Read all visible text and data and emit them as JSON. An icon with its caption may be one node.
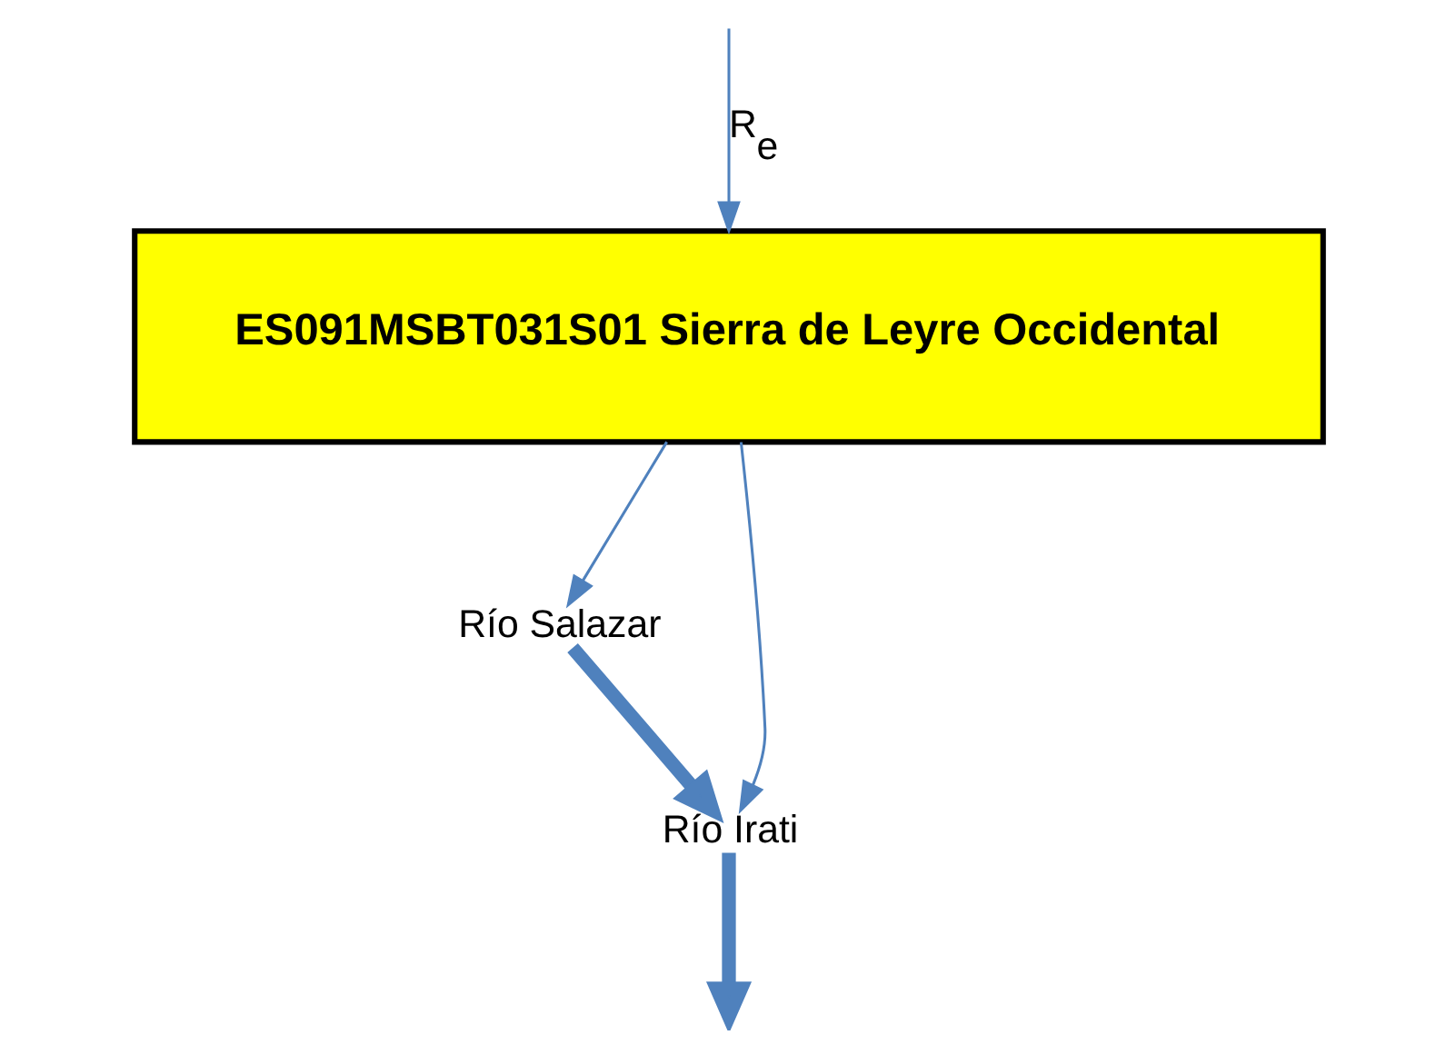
{
  "diagram": {
    "nodes": [
      {
        "text": [
          "ES091MSBT031S01 Sierra de Leyre Occidental"
        ]
      },
      {
        "text": [
          "Río Salazar"
        ]
      },
      {
        "text": [
          "Río Irati"
        ]
      }
    ],
    "edges": [
      {
        "from": null,
        "to": 0,
        "arrow": "to",
        "label": "R$_{e}$"
      },
      {
        "from": 0,
        "to": 1,
        "arrow": "to"
      },
      {
        "from": 0,
        "to": 2,
        "arrow": "to"
      },
      {
        "from": 1,
        "to": 2,
        "arrow": "to",
        "style": "thick"
      },
      {
        "from": 2,
        "to": null,
        "arrow": "to",
        "style": "thick"
      }
    ]
  }
}
